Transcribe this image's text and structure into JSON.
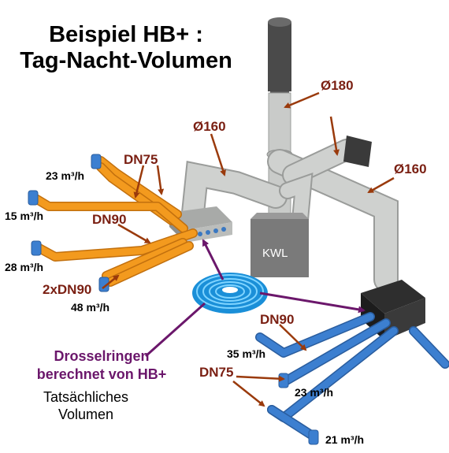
{
  "title": {
    "line1": "Beispiel HB+ :",
    "line2": "Tag-Nacht-Volumen"
  },
  "labels": {
    "d180": "Ø180",
    "d160_left": "Ø160",
    "d160_right": "Ø160",
    "dn75_top": "DN75",
    "dn90_left": "DN90",
    "dn2x90": "2xDN90",
    "dn90_right": "DN90",
    "dn75_right": "DN75",
    "kwl": "KWL"
  },
  "flows": {
    "f23_top": "23 m³/h",
    "f15": "15 m³/h",
    "f28": "28 m³/h",
    "f48": "48 m³/h",
    "f35": "35 m³/h",
    "f23_right": "23 m³/h",
    "f21": "21 m³/h"
  },
  "legend": {
    "throttle_line1": "Drosselringen",
    "throttle_line2": "berechnet von HB+",
    "actual_line1": "Tatsächliches",
    "actual_line2": "Volumen"
  },
  "colors": {
    "orange_duct": "#f39a1e",
    "blue_duct": "#3c7fd0",
    "dimension_text": "#7a1f12",
    "throttle_text": "#6b176b",
    "arrow": "#9a3a0c",
    "pipe_grey": "#c9cbc9"
  }
}
